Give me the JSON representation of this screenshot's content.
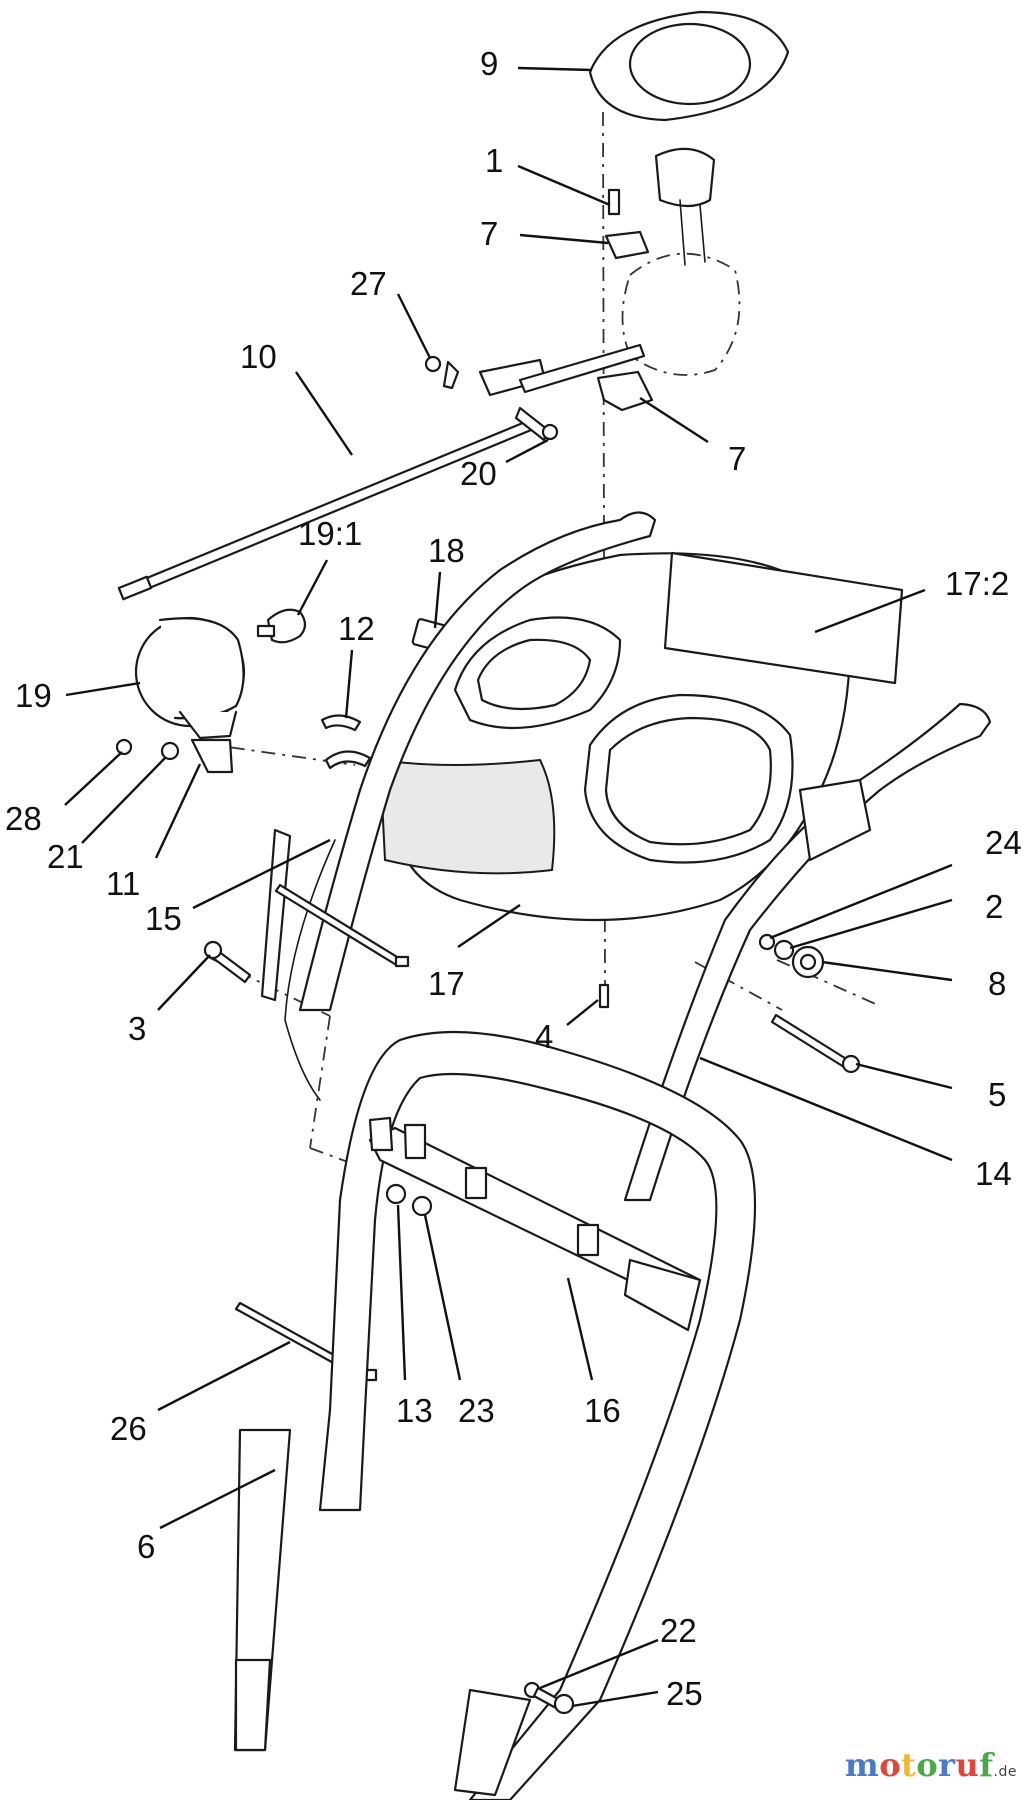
{
  "callouts": {
    "c1": "1",
    "c2": "2",
    "c3": "3",
    "c4": "4",
    "c5": "5",
    "c6": "6",
    "c7a": "7",
    "c7b": "7",
    "c8": "8",
    "c9": "9",
    "c10": "10",
    "c11": "11",
    "c12": "12",
    "c13": "13",
    "c14": "14",
    "c15": "15",
    "c16": "16",
    "c17": "17",
    "c17_2": "17:2",
    "c18": "18",
    "c19": "19",
    "c19_1": "19:1",
    "c20": "20",
    "c21": "21",
    "c22": "22",
    "c23": "23",
    "c24": "24",
    "c25": "25",
    "c26": "26",
    "c27": "27",
    "c28": "28"
  },
  "watermark": {
    "letters": [
      "m",
      "o",
      "t",
      "o",
      "r",
      "u",
      "f"
    ],
    "letter_colors": [
      "#4a7bc8",
      "#e0463c",
      "#f2b632",
      "#4aa84a",
      "#4a7bc8",
      "#e0463c",
      "#4aa84a"
    ],
    "suffix": ".de"
  }
}
